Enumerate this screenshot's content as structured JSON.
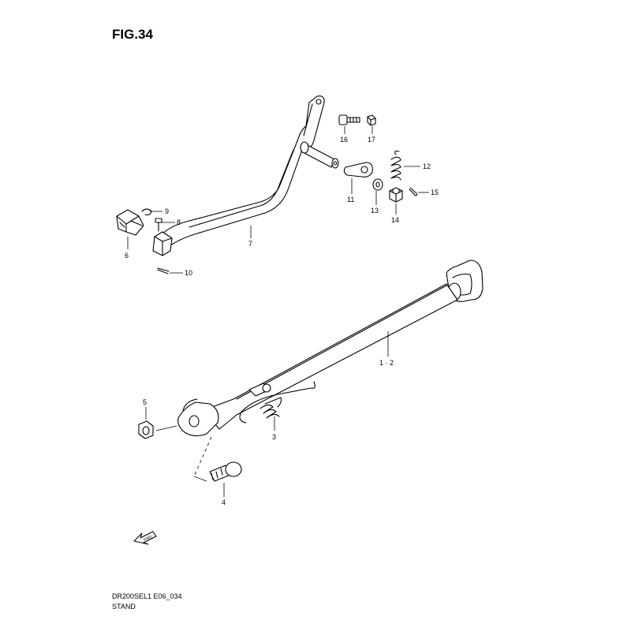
{
  "figure_title": "FIG.34",
  "parts": [
    {
      "ref": "1 · 2"
    },
    {
      "ref": "3"
    },
    {
      "ref": "4"
    },
    {
      "ref": "5"
    },
    {
      "ref": "6"
    },
    {
      "ref": "7"
    },
    {
      "ref": "8"
    },
    {
      "ref": "9"
    },
    {
      "ref": "10"
    },
    {
      "ref": "11"
    },
    {
      "ref": "12"
    },
    {
      "ref": "13"
    },
    {
      "ref": "14"
    },
    {
      "ref": "15"
    },
    {
      "ref": "16"
    },
    {
      "ref": "17"
    }
  ],
  "fwd_arrow_label": "FWD",
  "footer": {
    "code": "DR200SEL1 E06_034",
    "name": "STAND"
  }
}
